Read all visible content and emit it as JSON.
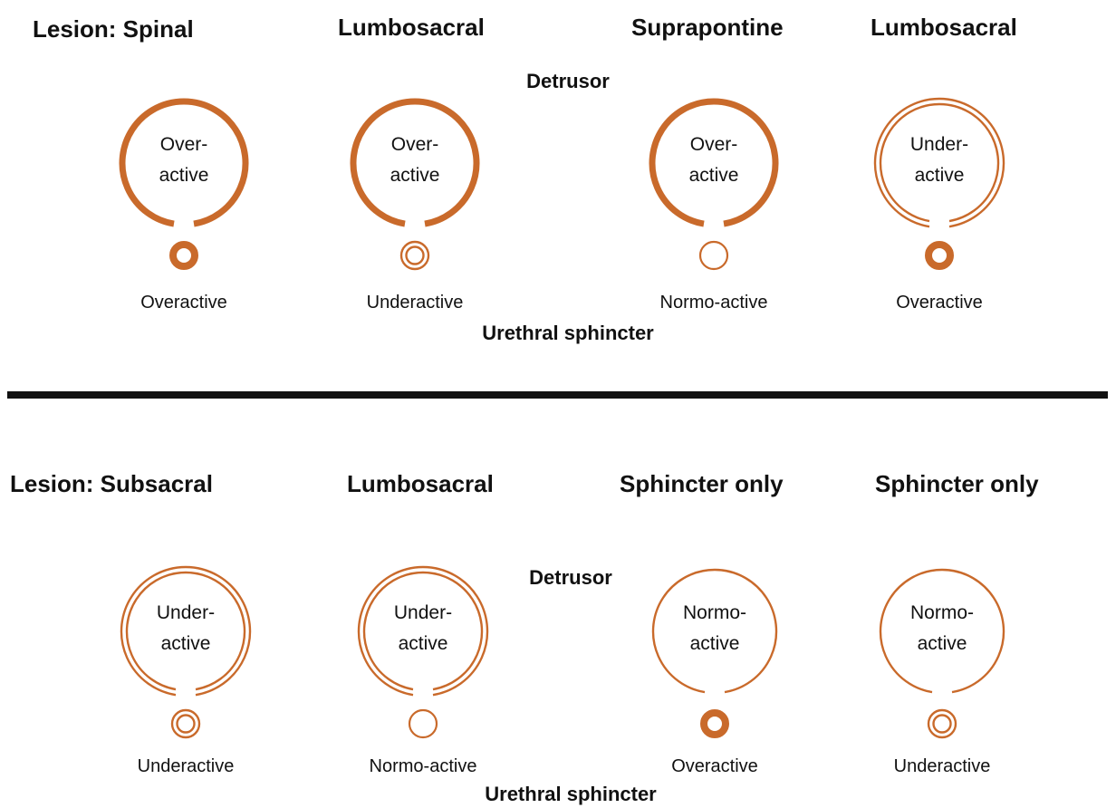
{
  "colors": {
    "accent": "#c96a2b",
    "text": "#111111"
  },
  "panels": [
    {
      "headers": [
        "Lesion:  Spinal",
        "Lumbosacral",
        "Suprapontine",
        "Lumbosacral"
      ],
      "detrusor_label": "Detrusor",
      "sphincter_label": "Urethral sphincter",
      "units": [
        {
          "detrusor": {
            "line1": "Over-",
            "line2": "active",
            "style": "thick"
          },
          "sphincter": {
            "label": "Overactive",
            "style": "thick"
          }
        },
        {
          "detrusor": {
            "line1": "Over-",
            "line2": "active",
            "style": "thick"
          },
          "sphincter": {
            "label": "Underactive",
            "style": "double"
          }
        },
        {
          "detrusor": {
            "line1": "Over-",
            "line2": "active",
            "style": "thick"
          },
          "sphincter": {
            "label": "Normo-active",
            "style": "thin"
          }
        },
        {
          "detrusor": {
            "line1": "Under-",
            "line2": "active",
            "style": "double"
          },
          "sphincter": {
            "label": "Overactive",
            "style": "thick"
          }
        }
      ]
    },
    {
      "headers": [
        "Lesion:  Subsacral",
        "Lumbosacral",
        "Sphincter only",
        "Sphincter only"
      ],
      "detrusor_label": "Detrusor",
      "sphincter_label": "Urethral sphincter",
      "units": [
        {
          "detrusor": {
            "line1": "Under-",
            "line2": "active",
            "style": "double"
          },
          "sphincter": {
            "label": "Underactive",
            "style": "double"
          }
        },
        {
          "detrusor": {
            "line1": "Under-",
            "line2": "active",
            "style": "double"
          },
          "sphincter": {
            "label": "Normo-active",
            "style": "thin"
          }
        },
        {
          "detrusor": {
            "line1": "Normo-",
            "line2": "active",
            "style": "thin"
          },
          "sphincter": {
            "label": "Overactive",
            "style": "thick"
          }
        },
        {
          "detrusor": {
            "line1": "Normo-",
            "line2": "active",
            "style": "thin"
          },
          "sphincter": {
            "label": "Underactive",
            "style": "double"
          }
        }
      ]
    }
  ]
}
